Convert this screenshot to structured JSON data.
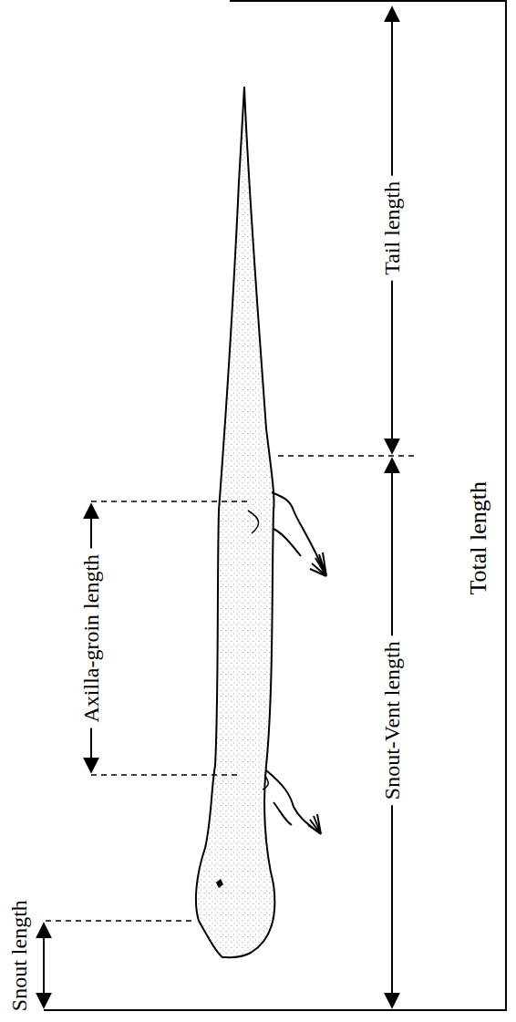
{
  "diagram": {
    "labels": [
      "Snout length",
      "Axilla-groin length",
      "Snout-Vent length",
      "Tail length",
      "Total length"
    ]
  }
}
